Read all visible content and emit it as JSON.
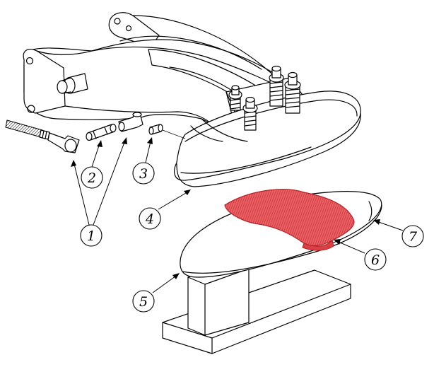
{
  "callouts": [
    {
      "id": "1",
      "label": "1"
    },
    {
      "id": "2",
      "label": "2"
    },
    {
      "id": "3",
      "label": "3"
    },
    {
      "id": "4",
      "label": "4"
    },
    {
      "id": "5",
      "label": "5"
    },
    {
      "id": "6",
      "label": "6"
    },
    {
      "id": "7",
      "label": "7"
    }
  ],
  "colors": {
    "line": "#000000",
    "pad_fill": "#e8585c",
    "pad_hatch": "#c42b30",
    "background": "#ffffff"
  }
}
